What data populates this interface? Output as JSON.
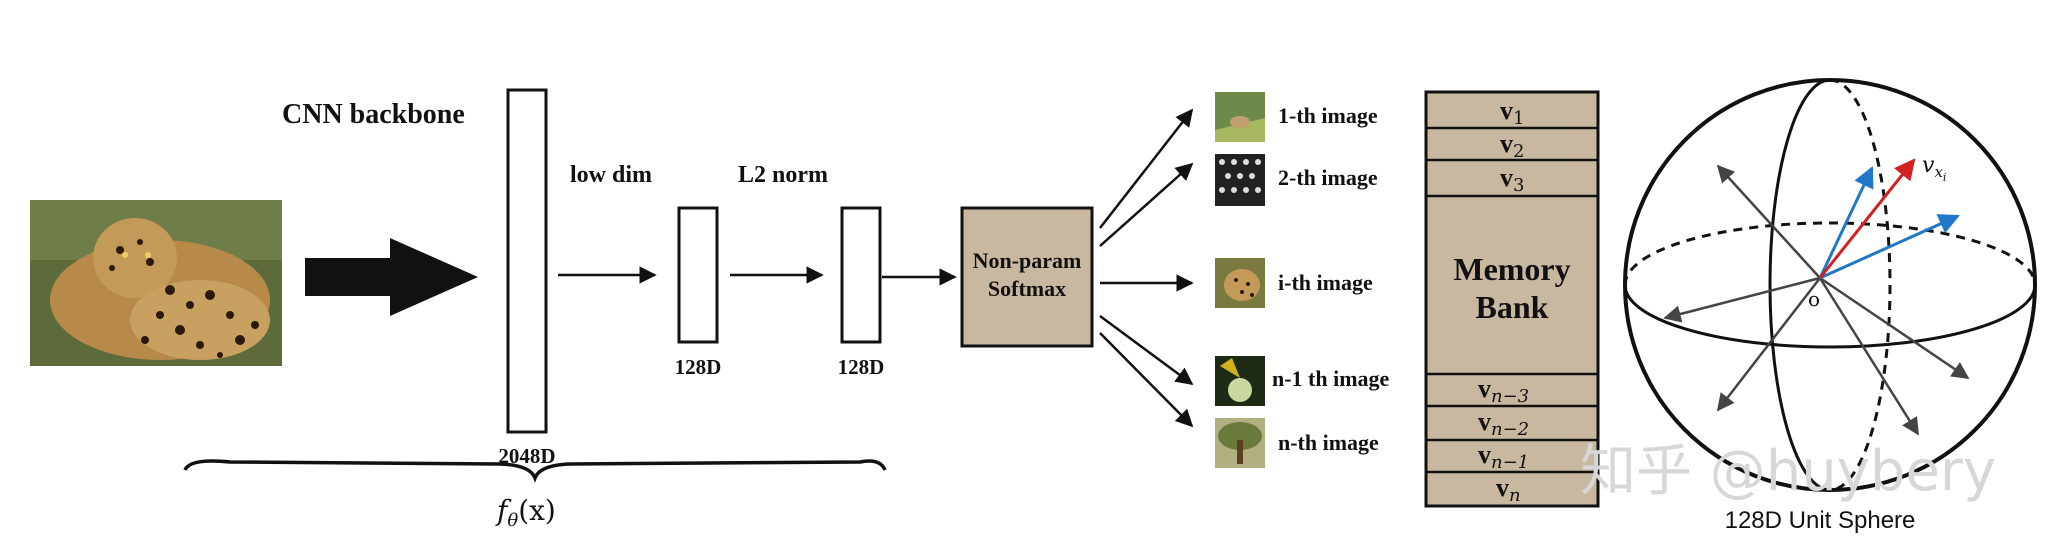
{
  "labels": {
    "backbone": "CNN backbone",
    "low_dim": "low dim",
    "l2_norm": "L2 norm",
    "dim_2048": "2048D",
    "dim_128_a": "128D",
    "dim_128_b": "128D",
    "f_func": "f",
    "f_sub": "θ",
    "f_arg": "(x)",
    "softmax_line1": "Non-param",
    "softmax_line2": "Softmax",
    "memory_line1": "Memory",
    "memory_line2": "Bank",
    "unit_sphere": "128D Unit Sphere",
    "origin": "o",
    "vx": "v",
    "vx_sub": "x",
    "vx_subsub": "i"
  },
  "images": [
    {
      "label": "1-th image",
      "icon": "grass-thumbnail"
    },
    {
      "label": "2-th image",
      "icon": "pattern-thumbnail"
    },
    {
      "label": "i-th image",
      "icon": "leopard-thumbnail"
    },
    {
      "label": "n-1 th image",
      "icon": "plant-thumbnail"
    },
    {
      "label": "n-th image",
      "icon": "tree-thumbnail"
    }
  ],
  "memory_bank": {
    "top": [
      {
        "v": "v",
        "sub": "1"
      },
      {
        "v": "v",
        "sub": "2"
      },
      {
        "v": "v",
        "sub": "3"
      }
    ],
    "bottom": [
      {
        "v": "v",
        "sub": "n−3"
      },
      {
        "v": "v",
        "sub": "n−2"
      },
      {
        "v": "v",
        "sub": "n−1"
      },
      {
        "v": "v",
        "sub": "n"
      }
    ]
  },
  "watermark": "知乎 @huybery",
  "colors": {
    "box_fill": "#c8b8a0",
    "ink": "#111111",
    "blue_arrow": "#1f78c8",
    "red_arrow": "#d42020",
    "grey_arrow": "#444444"
  }
}
